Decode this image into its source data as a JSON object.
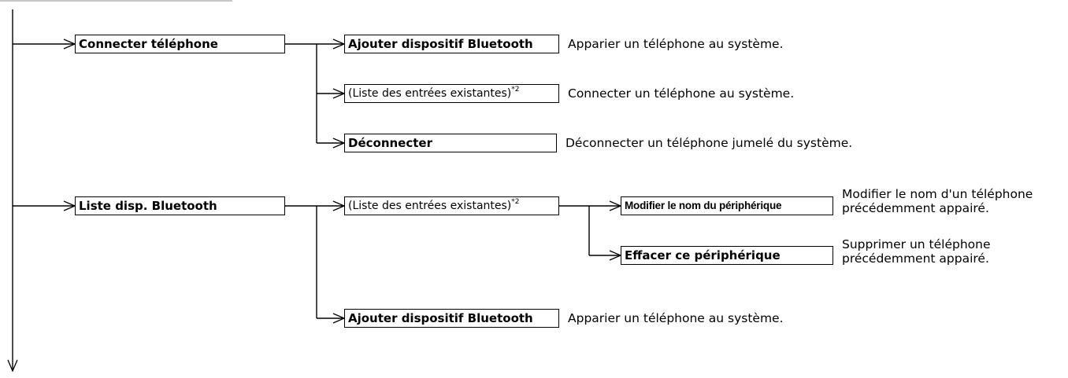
{
  "level1": {
    "connect_phone": "Connecter téléphone",
    "bt_device_list": "Liste disp. Bluetooth"
  },
  "level2": {
    "add_bt_device": "Ajouter dispositif Bluetooth",
    "existing_entries": "(Liste des entrées existantes)",
    "existing_entries_note": "*2",
    "disconnect": "Déconnecter",
    "existing_entries_2": "(Liste des entrées existantes)",
    "existing_entries_2_note": "*2",
    "add_bt_device_2": "Ajouter dispositif Bluetooth"
  },
  "level3": {
    "rename_device": "Modifier le nom du périphérique",
    "delete_device": "Effacer ce périphérique"
  },
  "descriptions": {
    "pair_phone": "Apparier un téléphone au système.",
    "connect_phone": "Connecter un téléphone au système.",
    "disconnect_phone": "Déconnecter un téléphone jumelé du système.",
    "rename_line1": "Modifier le nom d'un téléphone",
    "rename_line2": "précédemment appairé.",
    "delete_line1": "Supprimer un téléphone",
    "delete_line2": "précédemment appairé.",
    "pair_phone_2": "Apparier un téléphone au système."
  },
  "colors": {
    "line": "#000000",
    "header_rule": "#b3b3b3"
  }
}
